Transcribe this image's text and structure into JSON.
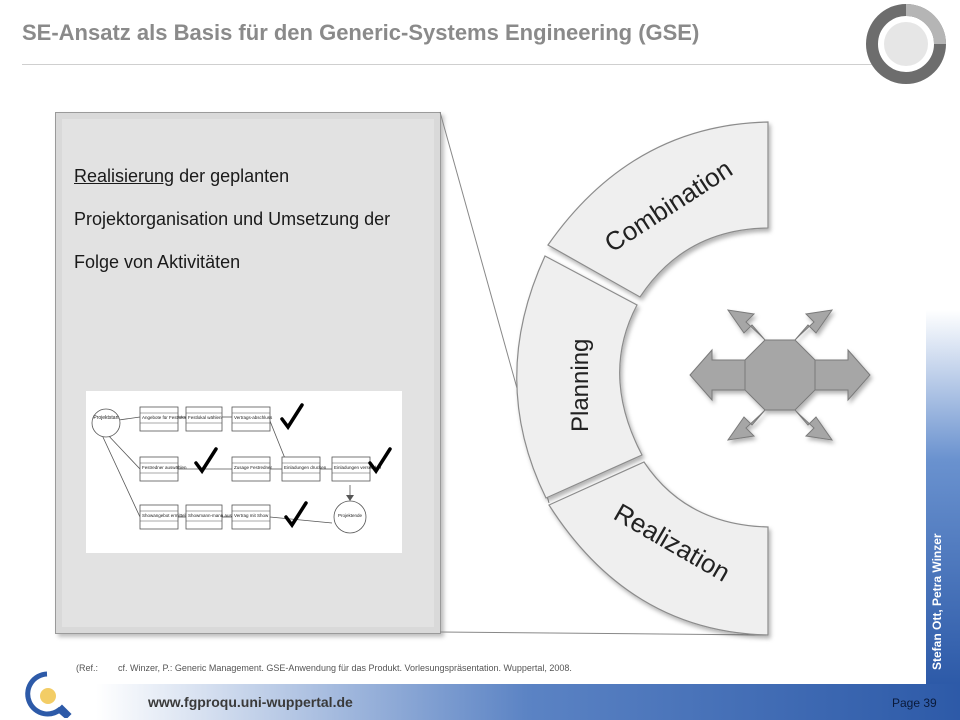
{
  "slide": {
    "title": "SE-Ansatz als Basis für den Generic-Systems Engineering (GSE)",
    "description_underlined": "Realisierung",
    "description_rest": " der geplanten Projektorganisation und Umsetzung der Folge von Aktivitäten",
    "reference_label": "(Ref.:",
    "reference_text": "cf. Winzer, P.: Generic Management. GSE-Anwendung für das Produkt. Vorlesungspräsentation. Wuppertal, 2008.",
    "url": "www.fgproqu.uni-wuppertal.de",
    "page": "Page 39",
    "authors": "Stefan Ott, Petra Winzer"
  },
  "arc_segments": {
    "combination": "Combination",
    "planning": "Planning",
    "realization": "Realization"
  },
  "network": {
    "nodes": [
      {
        "id": "0",
        "label": "Projektstart"
      },
      {
        "id": "1",
        "label": "Angebote für Festlokal"
      },
      {
        "id": "2",
        "label": "Festredner auswählen"
      },
      {
        "id": "3",
        "label": "Showangebot ermitteln"
      },
      {
        "id": "4",
        "label": "Festlokal wählen"
      },
      {
        "id": "5",
        "label": "Showmann-mann auswähl."
      },
      {
        "id": "6",
        "label": "Vertrags-abschluss"
      },
      {
        "id": "7",
        "label": "Zusage Festredner"
      },
      {
        "id": "8",
        "label": "Einladungen drucken"
      },
      {
        "id": "9",
        "label": "Vertrag mit Show"
      },
      {
        "id": "10",
        "label": "Einladungen versenden"
      },
      {
        "id": "11",
        "label": "Projektende"
      }
    ]
  },
  "colors": {
    "title": "#8a8a8a",
    "arc_fill": "#efefef",
    "arc_stroke": "#8c8c8c",
    "star": "#a6a6a6",
    "accent_blue": "#2d5aa8"
  }
}
